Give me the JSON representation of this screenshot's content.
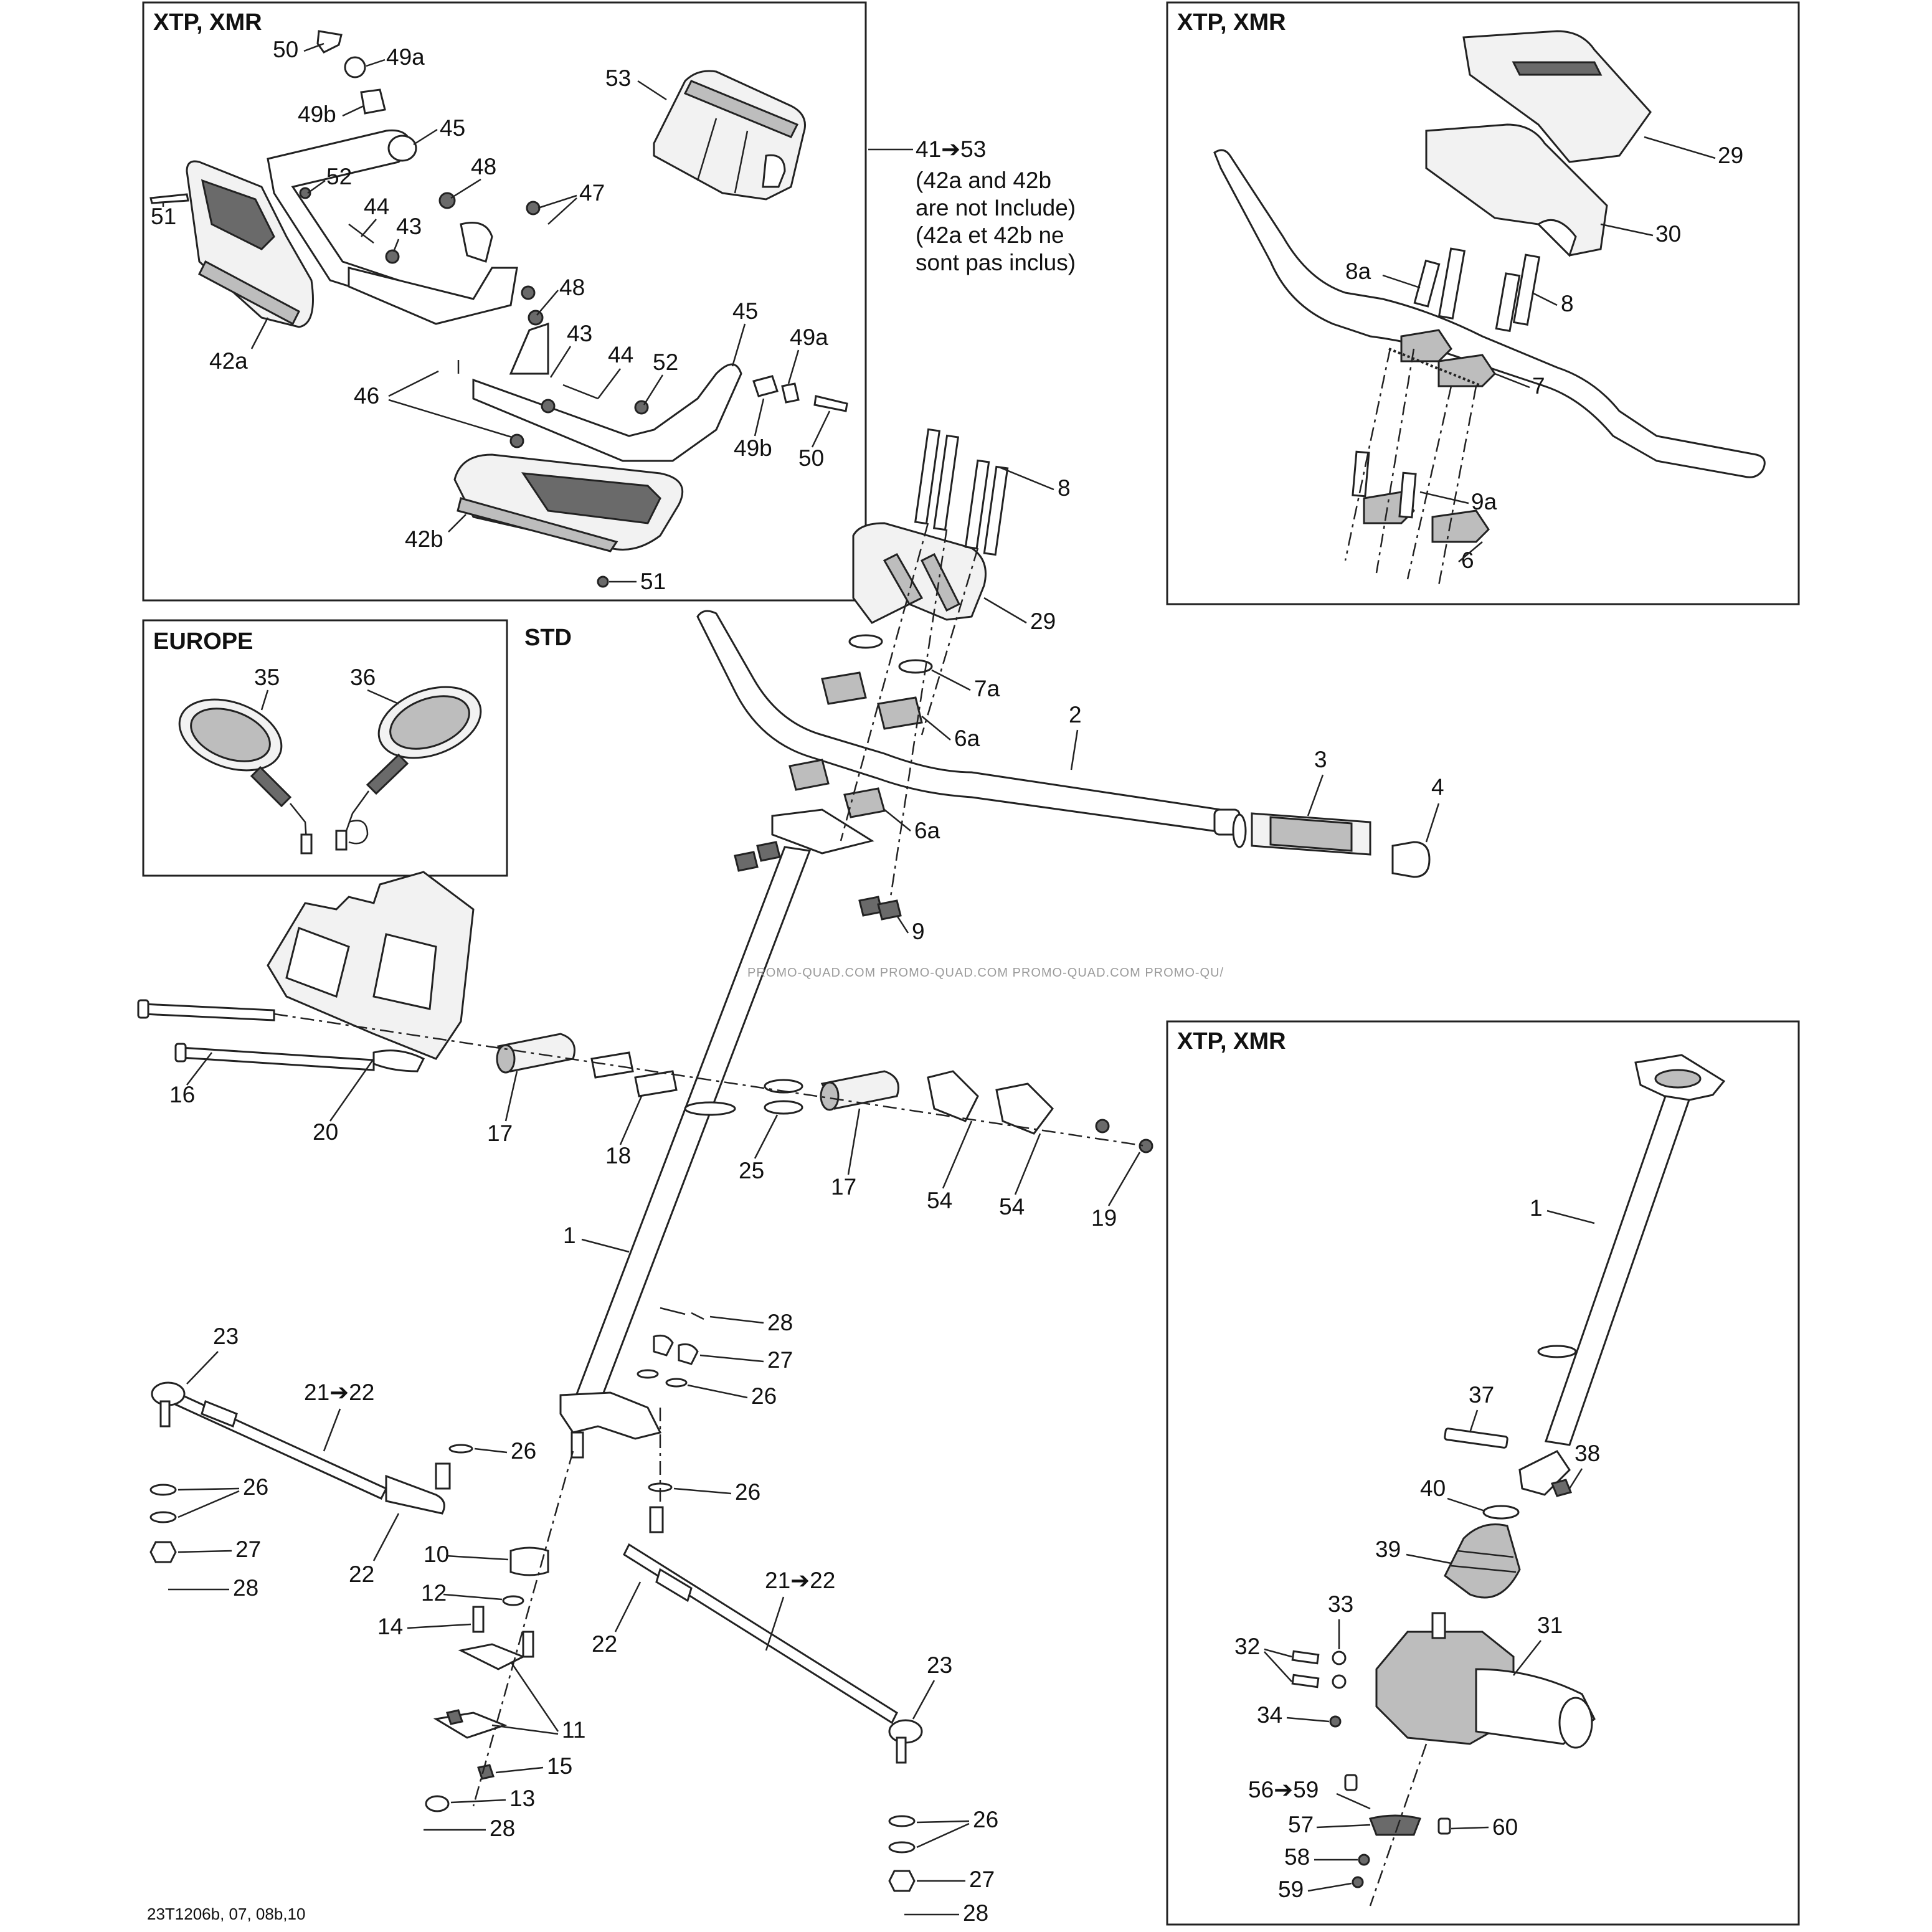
{
  "panels": {
    "top_left_title": "XTP, XMR",
    "top_right_title": "XTP, XMR",
    "europe_title": "EUROPE",
    "std_title": "STD",
    "bottom_right_title": "XTP, XMR"
  },
  "notes": {
    "kit_range": "41➔53",
    "line1": "(42a and 42b",
    "line2": "are not Include)",
    "line3": "(42a et 42b ne",
    "line4": "sont pas inclus)"
  },
  "watermark": "PROMO-QUAD.COM   PROMO-QUAD.COM   PROMO-QUAD.COM   PROMO-QU/",
  "reference": "23T1206b, 07, 08b,10",
  "part_labels": {
    "tl": [
      "50",
      "49a",
      "49b",
      "45",
      "53",
      "52",
      "51",
      "44",
      "43",
      "48",
      "47",
      "42a",
      "48",
      "43",
      "44",
      "52",
      "45",
      "49a",
      "46",
      "49b",
      "50",
      "42b",
      "51"
    ],
    "tr": [
      "29",
      "30",
      "8a",
      "8",
      "7",
      "9a",
      "6"
    ],
    "eu": [
      "35",
      "36"
    ],
    "main": [
      "8",
      "29",
      "7a",
      "6a",
      "2",
      "3",
      "4",
      "6a",
      "9",
      "16",
      "20",
      "17",
      "18",
      "25",
      "17",
      "54",
      "54",
      "19",
      "1",
      "28",
      "27",
      "26",
      "23",
      "21➔22",
      "26",
      "26",
      "26",
      "27",
      "28",
      "22",
      "10",
      "12",
      "14",
      "11",
      "15",
      "13",
      "28",
      "21➔22",
      "22",
      "23",
      "26",
      "27",
      "28"
    ],
    "br": [
      "1",
      "37",
      "38",
      "40",
      "39",
      "33",
      "32",
      "31",
      "34",
      "56➔59",
      "57",
      "58",
      "59",
      "60"
    ]
  }
}
